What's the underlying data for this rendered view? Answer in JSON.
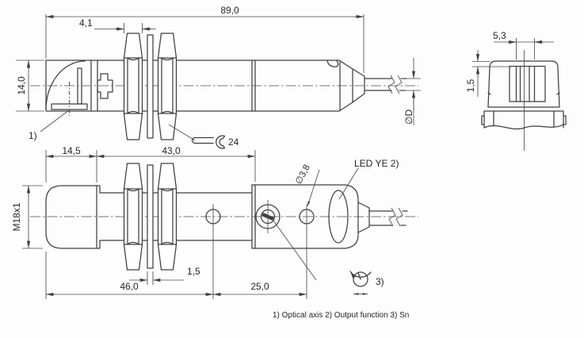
{
  "meta": {
    "background": "#fdfdfd",
    "line_color": "#3f3f3f"
  },
  "drawing": {
    "dims": {
      "overall_length": "89,0",
      "nut_thickness": "4,1",
      "housing_height": "14,0",
      "head_length": "14,5",
      "thread_length": "43,0",
      "thread_size": "M18x1",
      "washer_thickness": "1,5",
      "length_46": "46,0",
      "length_25": "25,0",
      "slot_width": "5,3",
      "slot_offset": "1,5",
      "cable_diameter": "∅D",
      "hole_diameter": "∅3,8",
      "wrench_size": "24"
    },
    "labels": {
      "led": "LED YE 2)",
      "note1": "1)",
      "note3": "3)",
      "caption": "1) Optical axis  2) Output function  3) Sn"
    }
  }
}
